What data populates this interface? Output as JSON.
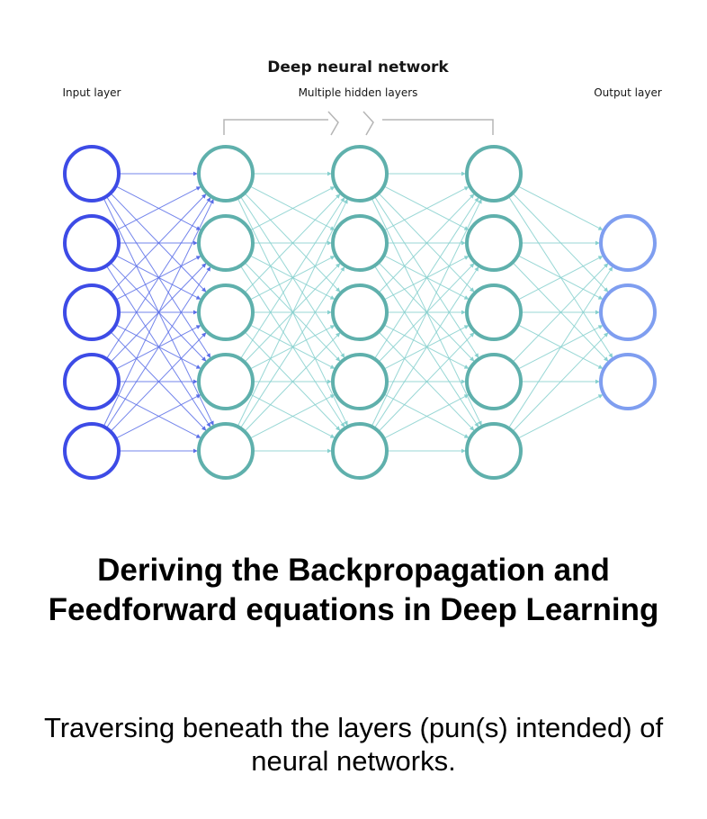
{
  "diagram": {
    "title": "Deep neural network",
    "input_label": "Input layer",
    "hidden_label": "Multiple hidden layers",
    "output_label": "Output layer",
    "layers": [
      {
        "role": "input",
        "nodes": 5,
        "color": "#3d4be6"
      },
      {
        "role": "hidden",
        "nodes": 5,
        "color": "#5fb0ac"
      },
      {
        "role": "hidden",
        "nodes": 5,
        "color": "#5fb0ac"
      },
      {
        "role": "hidden",
        "nodes": 5,
        "color": "#5fb0ac"
      },
      {
        "role": "output",
        "nodes": 3,
        "color": "#7f9ef0"
      }
    ],
    "colors": {
      "input_edge": "#5a6ee8",
      "hidden_edge": "#86d0ce",
      "bracket": "#b5b5b5"
    }
  },
  "article": {
    "title": "Deriving the Backpropagation and Feedforward equations in Deep Learning",
    "subtitle": "Traversing beneath the layers (pun(s) intended) of neural networks."
  }
}
